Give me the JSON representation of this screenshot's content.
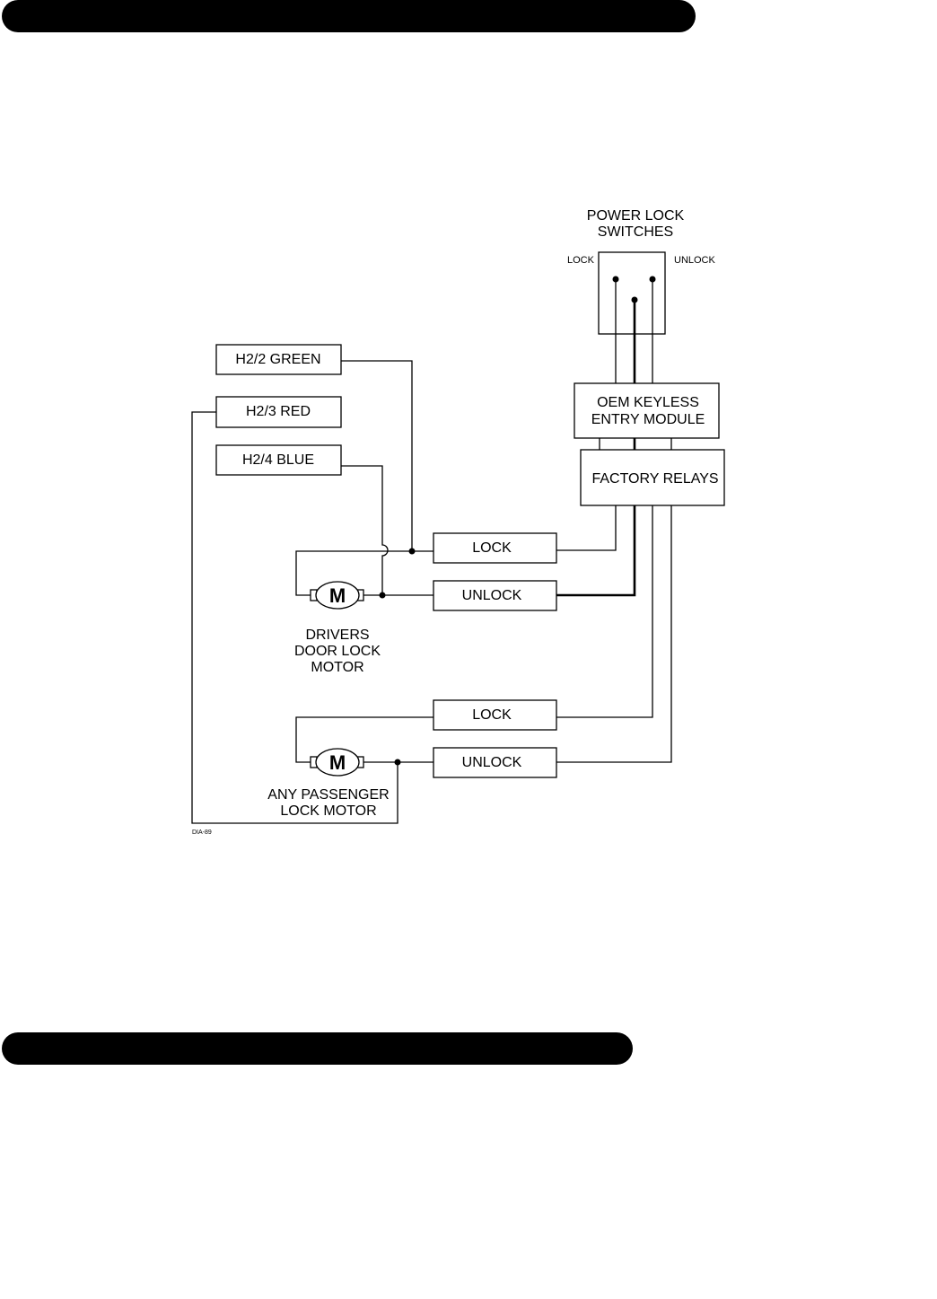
{
  "header_bar": {
    "color": "#000000"
  },
  "footer_bar": {
    "color": "#000000"
  },
  "diagram": {
    "power_lock_switches": {
      "title_line1": "POWER LOCK",
      "title_line2": "SWITCHES",
      "lock_label": "LOCK",
      "unlock_label": "UNLOCK"
    },
    "oem_module": {
      "line1": "OEM KEYLESS",
      "line2": "ENTRY MODULE"
    },
    "factory_relays": {
      "label": "FACTORY RELAYS"
    },
    "harness": {
      "green": "H2/2 GREEN",
      "red": "H2/3 RED",
      "blue": "H2/4 BLUE"
    },
    "driver_lock": {
      "label": "LOCK"
    },
    "driver_unlock": {
      "label": "UNLOCK"
    },
    "passenger_lock": {
      "label": "LOCK"
    },
    "passenger_unlock": {
      "label": "UNLOCK"
    },
    "driver_motor": {
      "symbol": "M",
      "line1": "DRIVERS",
      "line2": "DOOR LOCK",
      "line3": "MOTOR"
    },
    "passenger_motor": {
      "symbol": "M",
      "line1": "ANY PASSENGER",
      "line2": "LOCK MOTOR"
    },
    "diagram_id": "DIA-89"
  }
}
